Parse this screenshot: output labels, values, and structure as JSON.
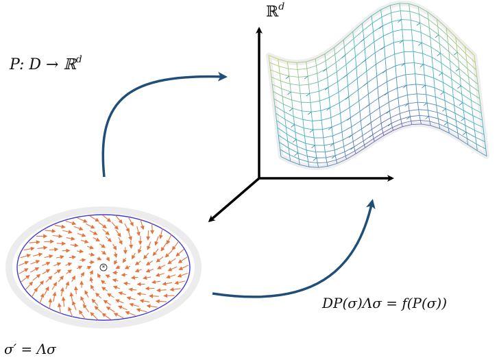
{
  "labels": {
    "axis_space": "ℝ",
    "axis_space_sup": "d",
    "map_P": "P: D → ℝ",
    "map_P_sup": "d",
    "equation": "DP(σ)Λσ = f(P(σ))",
    "sigma_prime": "σ′ = Λσ"
  },
  "colors": {
    "arrow_blue": "#1f4e79",
    "axis_black": "#000000",
    "disk_border": "#3a3ad8",
    "vector_orange": "#e8713a",
    "surface_yellow": "#e7d84b",
    "surface_teal": "#3fb2c4",
    "surface_purple": "#6b5bb2"
  }
}
